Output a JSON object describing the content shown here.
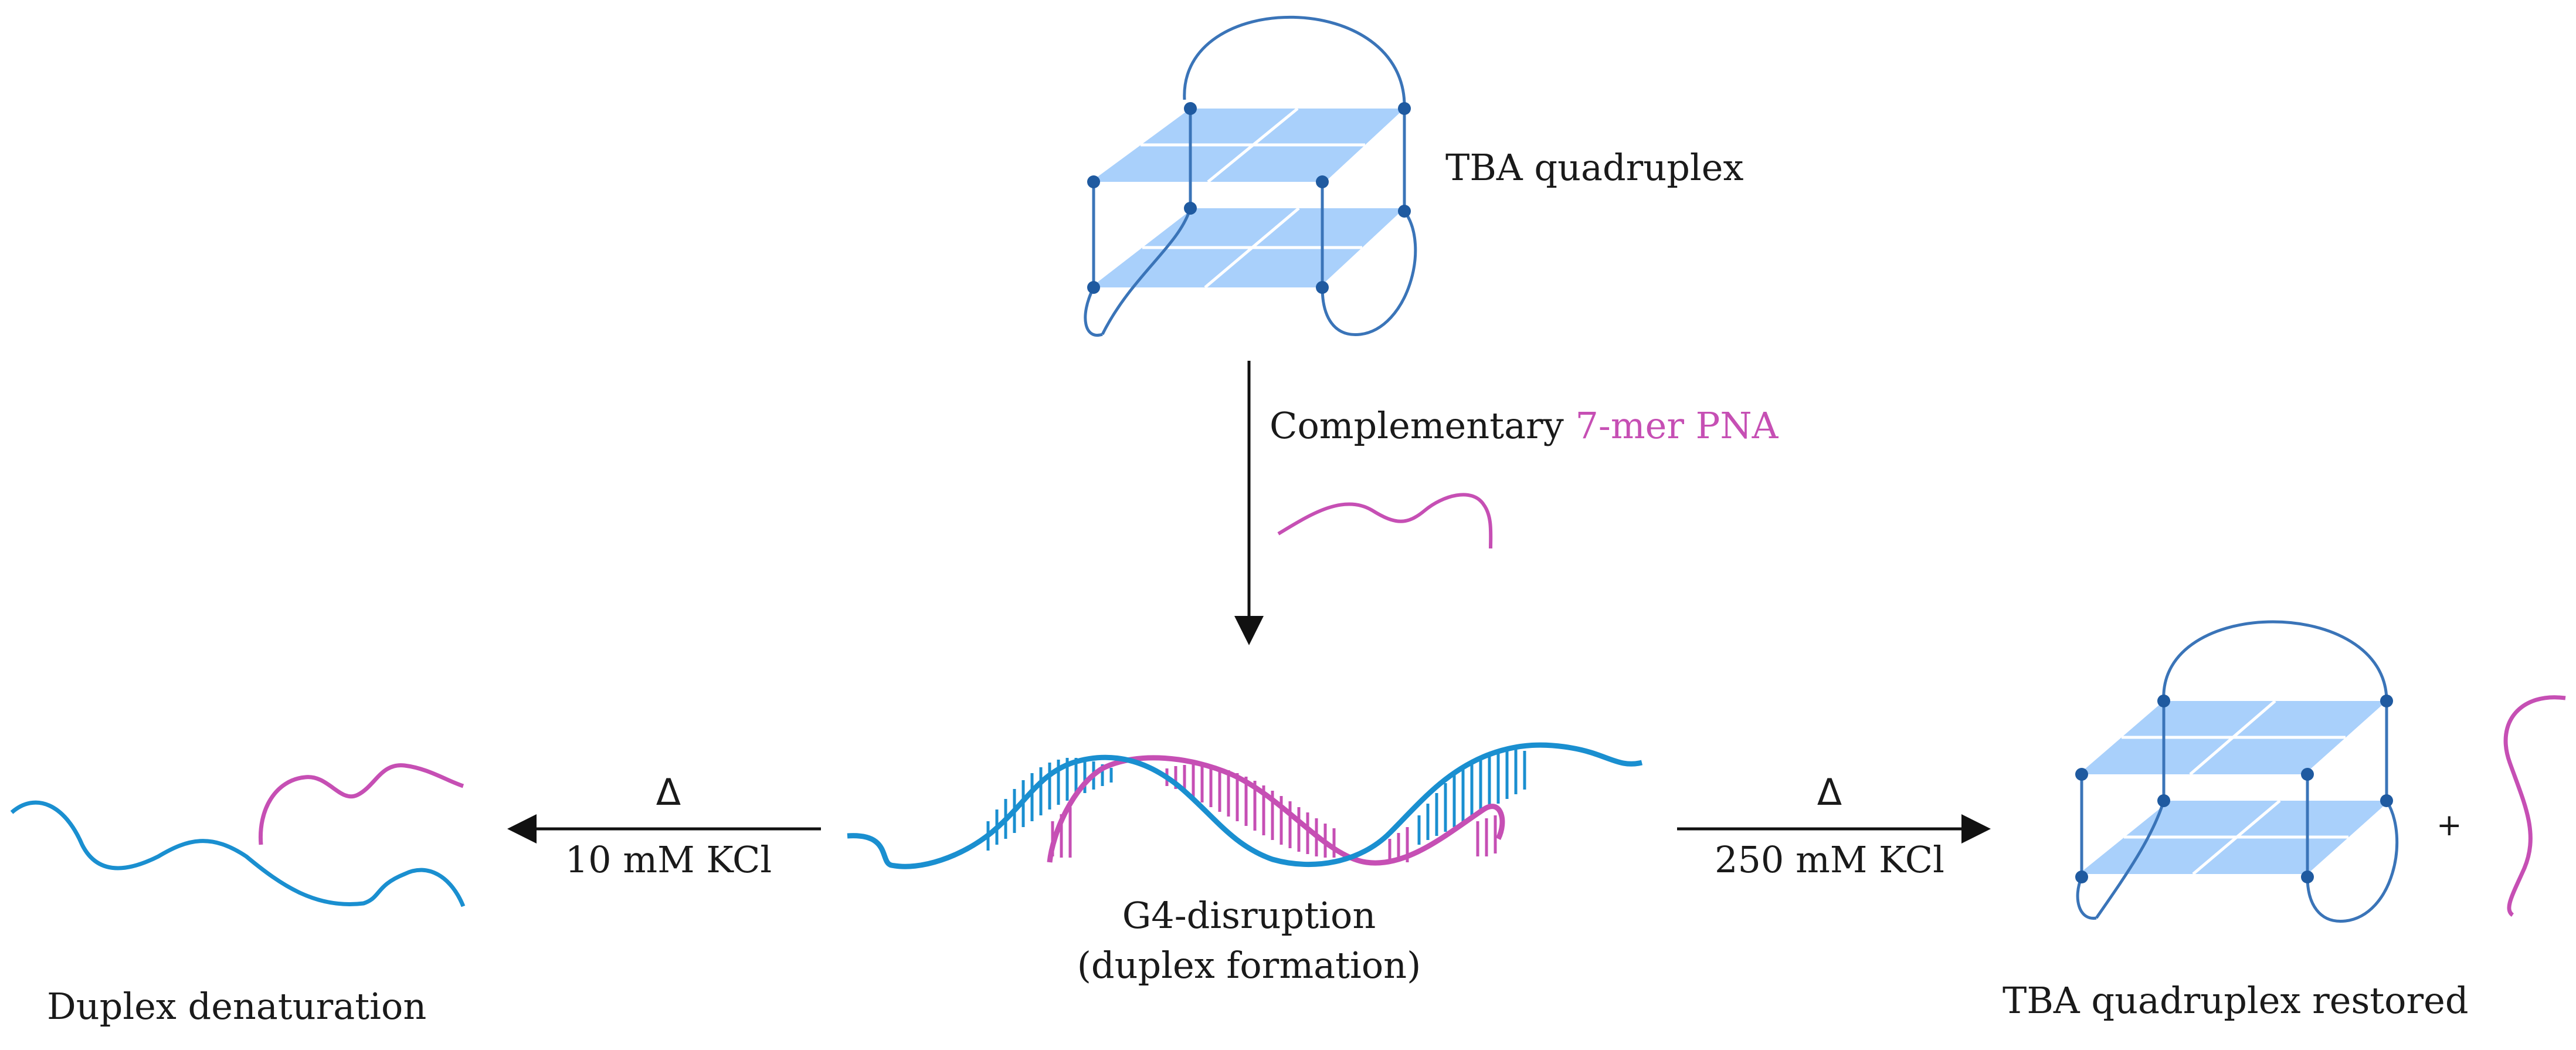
{
  "labels": {
    "tba_quadruplex": "TBA quadruplex",
    "complementary": "Complementary",
    "pna": "7-mer PNA",
    "g4_disruption": "G4-disruption",
    "duplex_formation": "(duplex formation)",
    "duplex_denaturation": "Duplex denaturation",
    "tba_restored": "TBA quadruplex restored",
    "delta_left": "Δ",
    "kcl_left": "10 mM KCl",
    "delta_right": "Δ",
    "kcl_right": "250 mM KCl",
    "plus": "+"
  },
  "colors": {
    "dna": "#1a8fd0",
    "pna": "#c64fb4",
    "quartet_fill": "#a9d0fb",
    "loop": "#3a74b8",
    "node": "#1f5aa0",
    "arrow": "#111111"
  }
}
